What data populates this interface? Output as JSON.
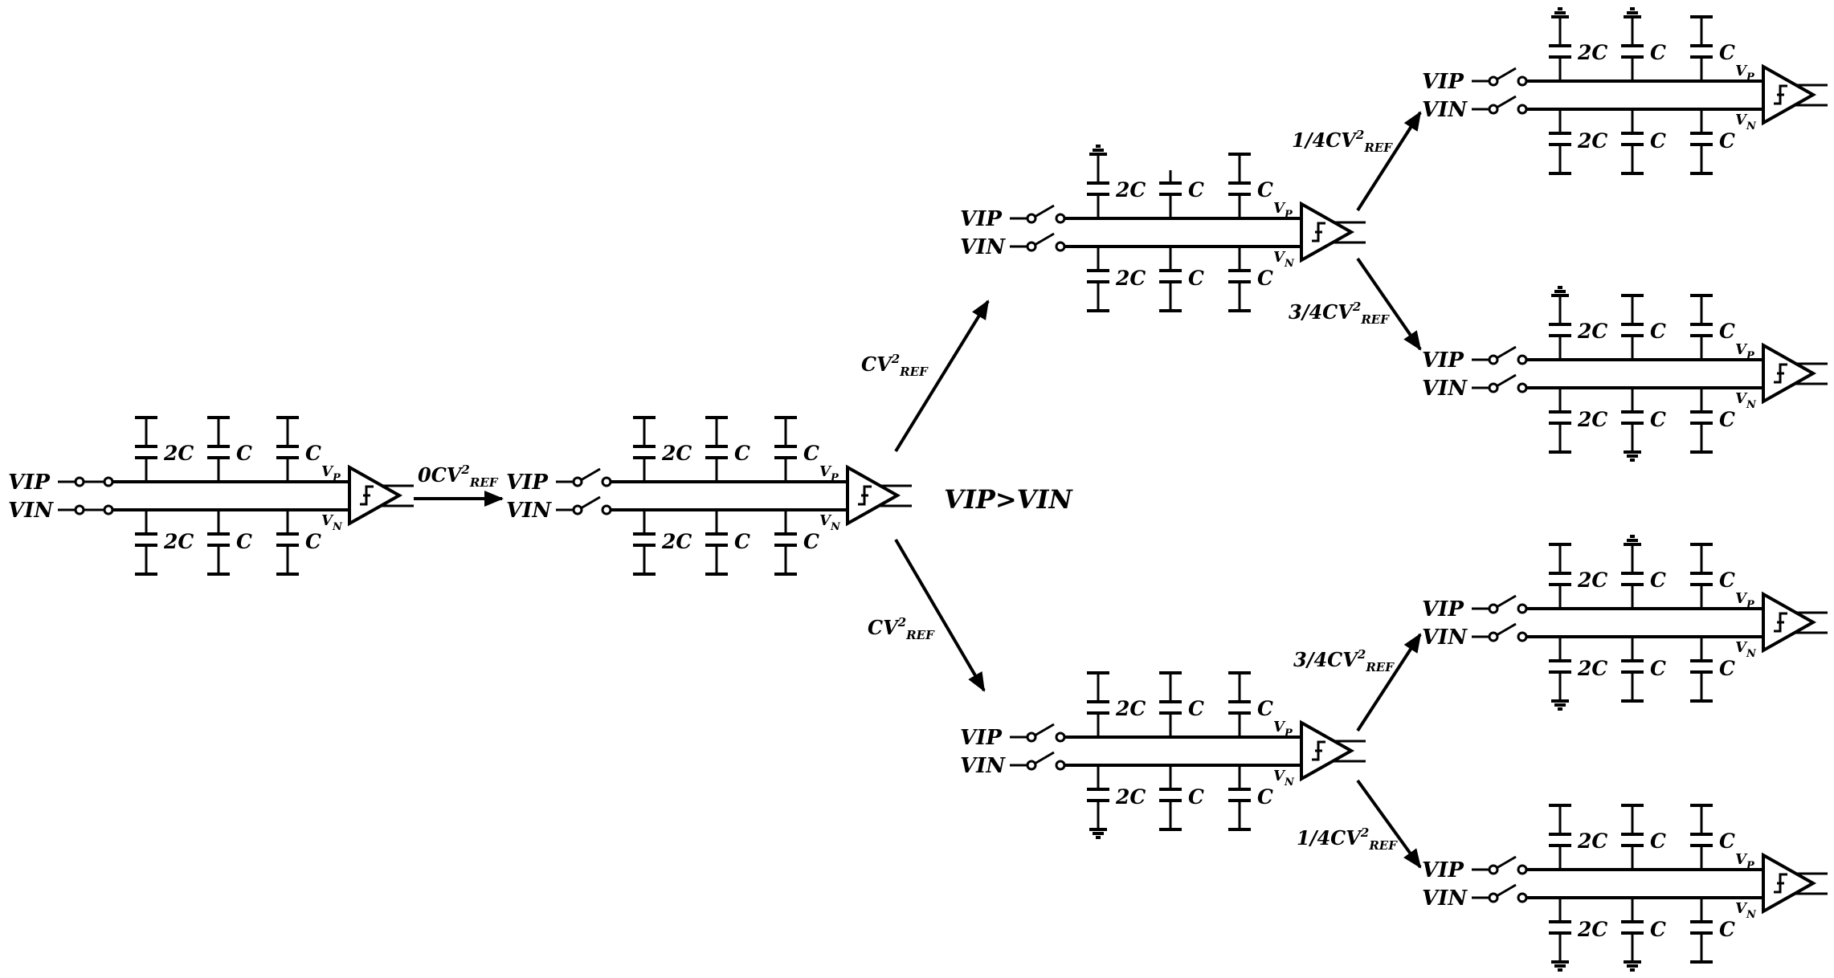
{
  "labels": {
    "vip": "VIP",
    "vin": "VIN",
    "vp_base": "V",
    "vp_sub": "P",
    "vn_base": "V",
    "vn_sub": "N",
    "cap_2c": "2C",
    "cap_c": "C",
    "condition": "VIP>VIN"
  },
  "transitions": [
    {
      "id": "t-initial",
      "prefix": "0CV",
      "sup": "2",
      "sub": "REF"
    },
    {
      "id": "t-upper",
      "prefix": "CV",
      "sup": "2",
      "sub": "REF"
    },
    {
      "id": "t-lower",
      "prefix": "CV",
      "sup": "2",
      "sub": "REF"
    },
    {
      "id": "t-upper-top",
      "prefix": "1/4CV",
      "sup": "2",
      "sub": "REF"
    },
    {
      "id": "t-upper-bottom",
      "prefix": "3/4CV",
      "sup": "2",
      "sub": "REF"
    },
    {
      "id": "t-lower-top",
      "prefix": "3/4CV",
      "sup": "2",
      "sub": "REF"
    },
    {
      "id": "t-lower-bottom",
      "prefix": "1/4CV",
      "sup": "2",
      "sub": "REF"
    }
  ],
  "stages": [
    {
      "id": "stage-0",
      "switch": "closed",
      "top_caps": [
        "ref",
        "ref",
        "ref"
      ],
      "bottom_caps": [
        "ref",
        "ref",
        "ref"
      ]
    },
    {
      "id": "stage-1",
      "switch": "open",
      "top_caps": [
        "ref",
        "ref",
        "ref"
      ],
      "bottom_caps": [
        "ref",
        "ref",
        "ref"
      ]
    },
    {
      "id": "stage-2a",
      "switch": "open",
      "top_caps": [
        "gnd",
        "open",
        "ref"
      ],
      "bottom_caps": [
        "ref",
        "ref",
        "ref"
      ]
    },
    {
      "id": "stage-2b",
      "switch": "open",
      "top_caps": [
        "ref",
        "ref",
        "ref"
      ],
      "bottom_caps": [
        "gnd",
        "ref",
        "ref"
      ]
    },
    {
      "id": "stage-3a",
      "switch": "open",
      "top_caps": [
        "gnd",
        "gnd",
        "ref"
      ],
      "bottom_caps": [
        "ref",
        "ref",
        "ref"
      ]
    },
    {
      "id": "stage-3b",
      "switch": "open",
      "top_caps": [
        "gnd",
        "ref",
        "ref"
      ],
      "bottom_caps": [
        "ref",
        "gnd",
        "ref"
      ]
    },
    {
      "id": "stage-3c",
      "switch": "open",
      "top_caps": [
        "ref",
        "gnd",
        "ref"
      ],
      "bottom_caps": [
        "gnd",
        "ref",
        "ref"
      ]
    },
    {
      "id": "stage-3d",
      "switch": "open",
      "top_caps": [
        "ref",
        "ref",
        "ref"
      ],
      "bottom_caps": [
        "gnd",
        "gnd",
        "ref"
      ]
    }
  ]
}
